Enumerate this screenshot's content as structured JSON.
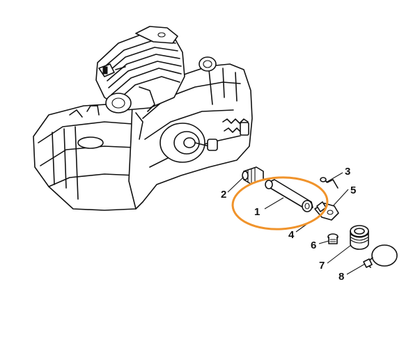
{
  "callouts": [
    {
      "id": "1",
      "label": "1"
    },
    {
      "id": "2",
      "label": "2"
    },
    {
      "id": "3",
      "label": "3"
    },
    {
      "id": "4",
      "label": "4"
    },
    {
      "id": "5",
      "label": "5"
    },
    {
      "id": "6",
      "label": "6"
    },
    {
      "id": "7",
      "label": "7"
    },
    {
      "id": "8",
      "label": "8"
    }
  ],
  "highlight": {
    "color": "#f0932b",
    "target": "1"
  }
}
